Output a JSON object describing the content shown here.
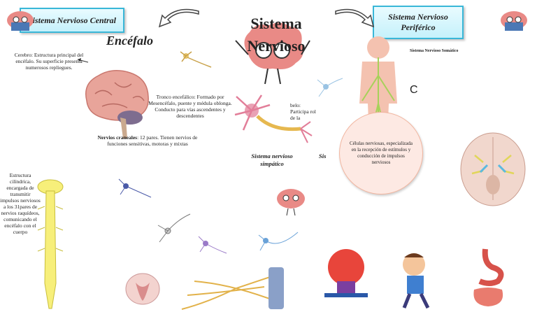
{
  "title": "Sistema Nervioso",
  "left_banner": "Sistema Nervioso Central",
  "right_banner": "Sistema Nervioso Periférico",
  "encefalo_label": "Encéfalo",
  "cerebro_text": "Cerebro: Estructura principal del encéfalo. Su superficie presenta numerosos repliegues.",
  "tronco_text": "Tronco encefálico: Formado por Mesencéfalo, puente y médula oblonga. Conducto para vías ascendentes y descendentes",
  "cerebelo_text": "belo: Participa rol de la",
  "nervios_craneales_title": "Nervios craneales",
  "nervios_craneales_text": ": 12 pares. Tienen nervios de funciones sensitivas, motoras y mixtas",
  "medula_text": "Estructura cilíndrica, encargada de transmitir impulsos nerviosos a los 31pares de nervios raquídeos, comunicando el encéfalo con el cuerpo",
  "simpatico_label": "Sistema nervioso simpático",
  "parasimpatico_partial": "Sis",
  "somatico_label": "Sistema Nervioso Somático",
  "letter_c": "C",
  "callout_text": "Células nerviosas, especializada en la recepción de estímulos y conducción de impulsos nerviosos",
  "colors": {
    "banner_border": "#39b7d8",
    "brain_pink": "#e8a49a",
    "spine_yellow": "#f7ef7a",
    "callout_bg": "#fde9e3"
  }
}
